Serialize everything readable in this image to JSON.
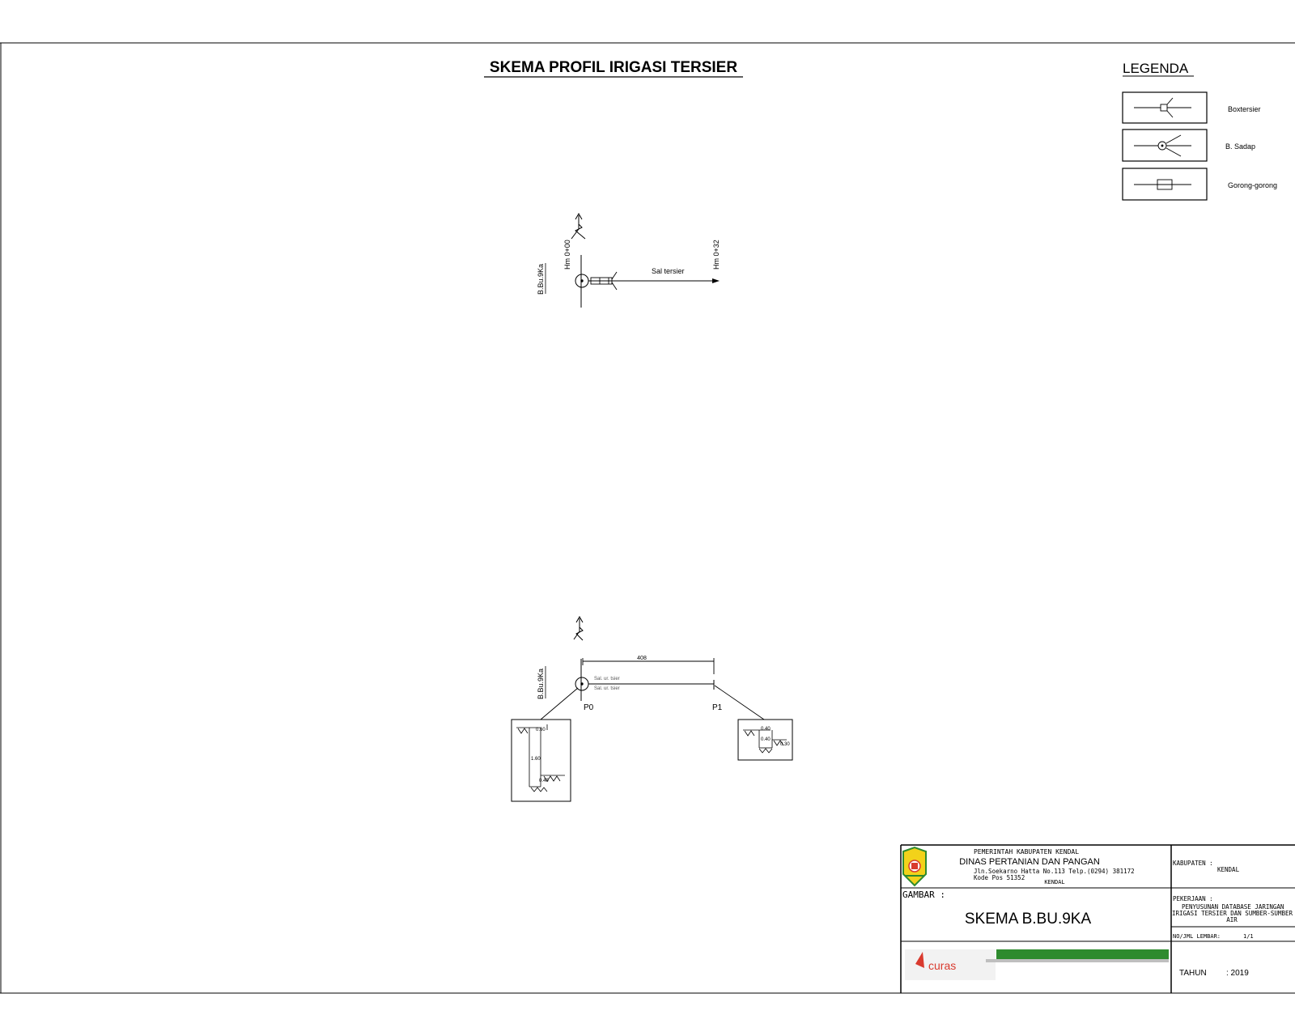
{
  "title": "SKEMA PROFIL IRIGASI TERSIER",
  "legend": {
    "heading": "LEGENDA",
    "items": [
      {
        "label": "Boxtersier",
        "symbol": "box-tersier-icon"
      },
      {
        "label": "B. Sadap",
        "symbol": "bangunan-sadap-icon"
      },
      {
        "label": "Gorong-gorong",
        "symbol": "gorong-gorong-icon"
      }
    ]
  },
  "scheme_top": {
    "building_label": "B.Bu.9Ka",
    "station_start": "Hm 0+00",
    "station_end": "Hm 0+32",
    "channel_label": "Sal tersier"
  },
  "scheme_bottom": {
    "building_label": "B.Bu.9Ka",
    "distance": "408",
    "channel_labels": [
      "Sal. ur. tsier",
      "Sal. ur. tsier"
    ],
    "point_start": "P0",
    "point_end": "P1",
    "section_p0": {
      "top": "0.60",
      "depth": "1.60",
      "bottom": "0.40"
    },
    "section_p1": {
      "top": "0.40",
      "inner": "0.40",
      "side": "0.30"
    }
  },
  "title_block": {
    "gov": "PEMERINTAH KABUPATEN KENDAL",
    "agency": "DINAS PERTANIAN DAN PANGAN",
    "address": "Jln.Soekarno Hatta No.113 Telp.(0294) 381172",
    "postal": "Kode Pos 51352",
    "city": "KENDAL",
    "gambar_label": "GAMBAR :",
    "drawing_title": "SKEMA B.BU.9KA",
    "kabupaten_label": "KABUPATEN :",
    "kabupaten_value": "KENDAL",
    "pekerjaan_label": "PEKERJAAN :",
    "pekerjaan_lines": [
      "PENYUSUNAN DATABASE JARINGAN",
      "IRIGASI TERSIER DAN SUMBER-SUMBER",
      "AIR"
    ],
    "sheet_label": "NO/JML LEMBAR:",
    "sheet_value": "1/1",
    "tahun_label": "TAHUN",
    "tahun_value": ": 2019",
    "logo_text": "curas"
  },
  "colors": {
    "line": "#000000",
    "brand_green": "#2e8b2e",
    "brand_red": "#d93a2e",
    "logo_yellow": "#f2d21a"
  }
}
